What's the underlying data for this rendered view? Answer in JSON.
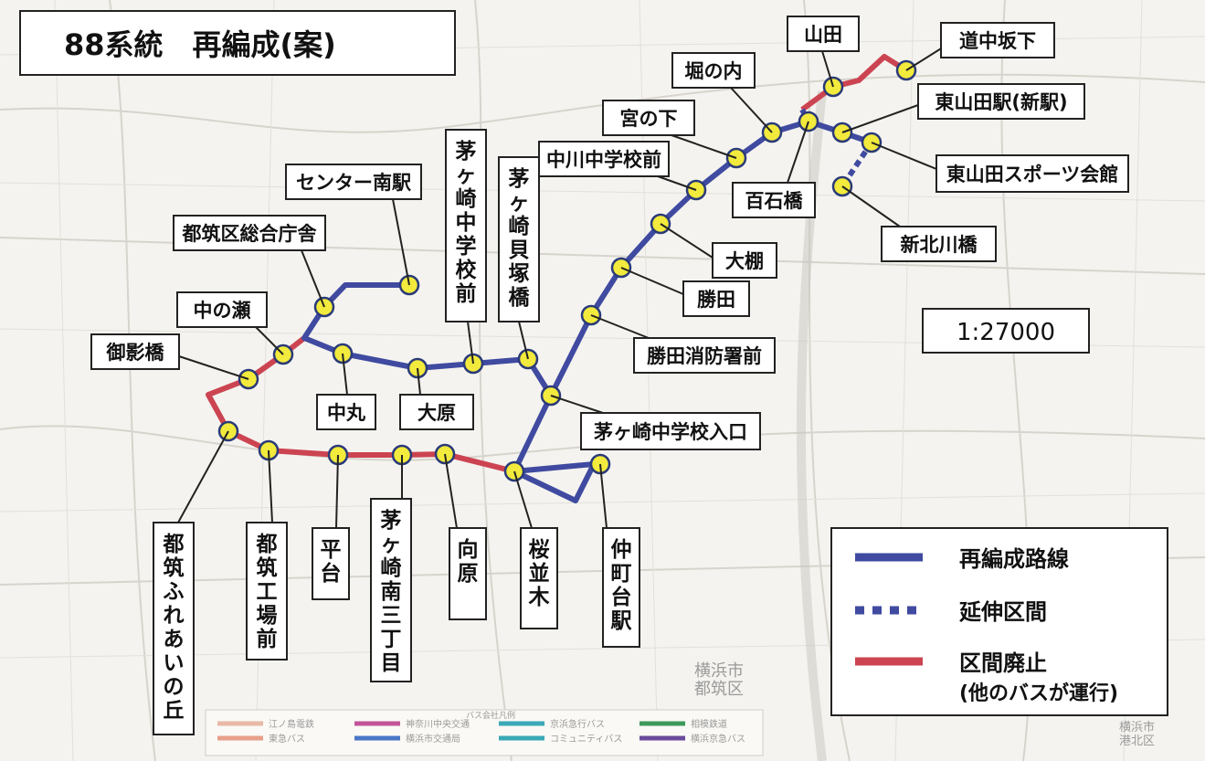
{
  "title": "88系統　再編成(案)",
  "scale": "1:27000",
  "legend": {
    "items": [
      {
        "label": "再編成路線",
        "color": "#3f4aa0",
        "style": "solid"
      },
      {
        "label": "延伸区間",
        "color": "#3f4aa0",
        "style": "dotted"
      },
      {
        "label": "区間廃止",
        "color": "#cc4451",
        "style": "solid"
      }
    ],
    "note": "(他のバスが運行)"
  },
  "stops": [
    {
      "name": "道中坂下"
    },
    {
      "name": "山田"
    },
    {
      "name": "堀の内"
    },
    {
      "name": "宮の下"
    },
    {
      "name": "中川中学校前"
    },
    {
      "name": "大棚"
    },
    {
      "name": "勝田"
    },
    {
      "name": "勝田消防署前"
    },
    {
      "name": "茅ヶ崎中学校入口"
    },
    {
      "name": "百石橋"
    },
    {
      "name": "東山田駅(新駅)"
    },
    {
      "name": "東山田スポーツ会館"
    },
    {
      "name": "新北川橋"
    },
    {
      "name": "センター南駅"
    },
    {
      "name": "都筑区総合庁舎"
    },
    {
      "name": "中の瀬"
    },
    {
      "name": "御影橋"
    },
    {
      "name": "中丸"
    },
    {
      "name": "大原"
    },
    {
      "name": "茅ヶ崎中学校前"
    },
    {
      "name": "茅ヶ崎貝塚橋"
    },
    {
      "name": "都筑ふれあいの丘"
    },
    {
      "name": "都筑工場前"
    },
    {
      "name": "平台"
    },
    {
      "name": "茅ヶ崎南三丁目"
    },
    {
      "name": "向原"
    },
    {
      "name": "桜並木"
    },
    {
      "name": "仲町台駅"
    }
  ],
  "colors": {
    "route_new": "#3f4aa0",
    "route_abolished": "#cc4451",
    "stop_fill": "#f2ea3c",
    "stop_stroke": "#2a3a78"
  },
  "bottom_legend": [
    {
      "label": "江ノ島電鉄",
      "color": "#e8b9a6"
    },
    {
      "label": "東急バス",
      "color": "#e7a08a"
    },
    {
      "label": "神奈川中央交通",
      "color": "#c3549a"
    },
    {
      "label": "横浜市交通局",
      "color": "#4a77c6"
    },
    {
      "label": "京浜急行バス",
      "color": "#3aa9b6"
    },
    {
      "label": "コミュニティバス",
      "color": "#3aa9b6"
    },
    {
      "label": "相模鉄道",
      "color": "#3e9a5a"
    },
    {
      "label": "横浜京急バス",
      "color": "#6a4a9a"
    }
  ],
  "bottom_legend_title": "バス会社凡例",
  "ward_label": "横浜市\n都筑区",
  "ward_label2": "横浜市\n港北区"
}
